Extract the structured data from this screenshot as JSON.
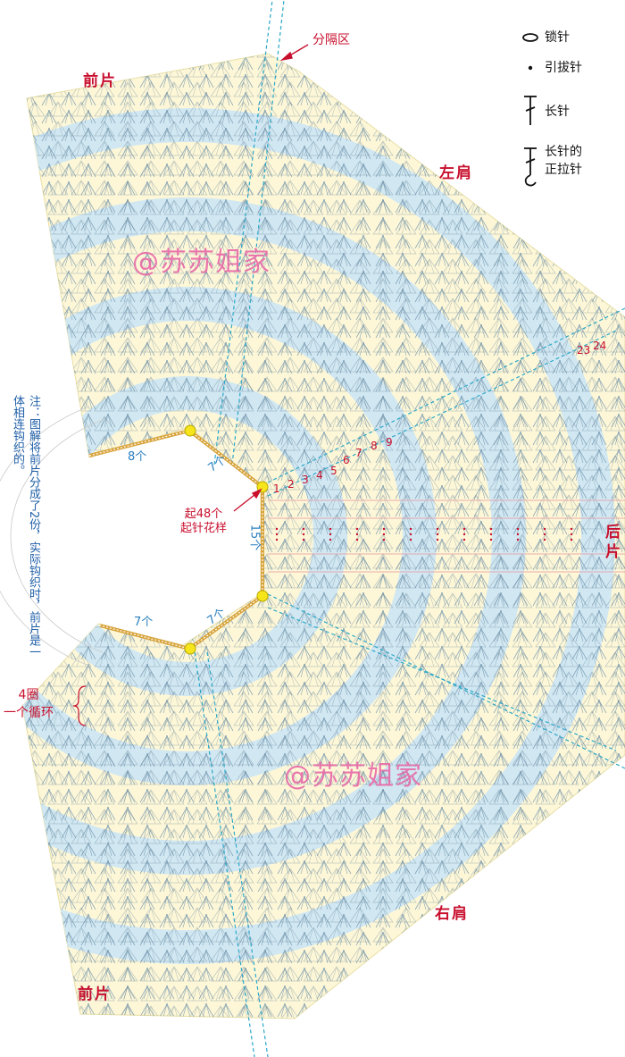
{
  "legend": {
    "chain": "锁针",
    "slip": "引拔针",
    "dc": "长针",
    "fpdc": [
      "长针的",
      "正拉针"
    ]
  },
  "labels": {
    "divider": "分隔区",
    "front_top": "前片",
    "left_shoulder": "左肩",
    "back": [
      "后",
      "片"
    ],
    "right_shoulder": "右肩",
    "front_bottom": "前片",
    "start": [
      "起48个",
      "起针花样"
    ],
    "cycle": [
      "4圈",
      "一个循环"
    ]
  },
  "counts": {
    "c8": "8个",
    "c7a": "7个",
    "c15": "15个",
    "c7b": "7个",
    "c7c": "7个"
  },
  "note": "注：图解将前片分成了2份，实际钩织时，前片是一体相连钩织的。",
  "watermark": {
    "top": "@苏苏姐家",
    "bottom": "@苏苏姐家"
  },
  "rounds": [
    "1",
    "2",
    "3",
    "4",
    "5",
    "6",
    "7",
    "8",
    "9",
    "23",
    "24"
  ],
  "colors": {
    "background": "#fdf7d8",
    "band": "#cfe7f4",
    "title_red": "#c8102e",
    "count_blue": "#2a7fbf",
    "marker_yellow": "#f5e51a"
  }
}
